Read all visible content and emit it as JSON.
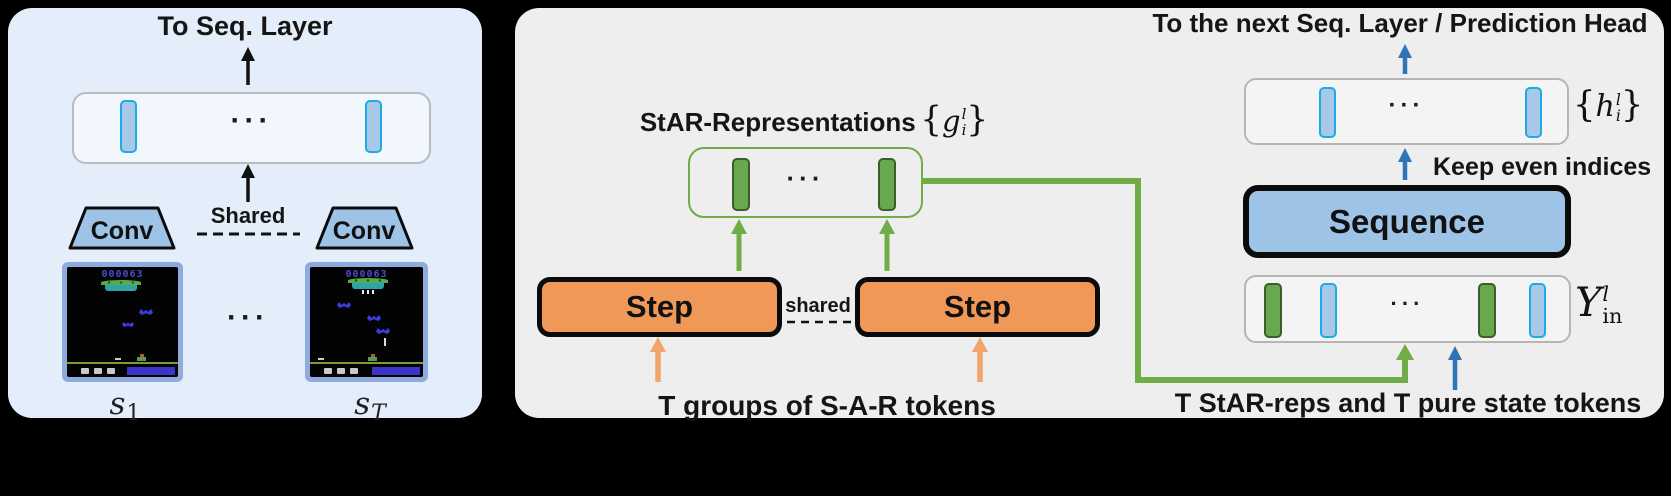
{
  "glyphs": {
    "ellipsis": "···"
  },
  "left_panel": {
    "title": "To Seq. Layer",
    "conv_label": "Conv",
    "shared_label": "Shared",
    "screen_score": "000063",
    "state_first": {
      "base": "s",
      "sub": "1"
    },
    "state_last": {
      "base": "s",
      "sub": "T"
    }
  },
  "right_panel": {
    "star_label": "StAR-Representations",
    "g_math": {
      "open": "{",
      "var": "g",
      "sup": "l",
      "sub": "i",
      "close": "}"
    },
    "step_label": "Step",
    "shared_label": "shared",
    "sar_label": "T groups of S-A-R tokens",
    "top_label": "To the next Seq. Layer / Prediction Head",
    "h_math": {
      "open": "{",
      "var": "h",
      "sup": "l",
      "sub": "i",
      "close": "}"
    },
    "keep_label": "Keep even indices",
    "sequence_label": "Sequence",
    "y_math": {
      "var": "Y",
      "sup": "l",
      "sub": "in"
    },
    "bottom_label": "T StAR-reps and T pure state tokens"
  },
  "colors": {
    "canvas_bg": "#000000",
    "left_panel_bg": "#e4eefa",
    "right_panel_bg": "#eeeeee",
    "box_blue": "#9dc3e6",
    "token_blue_fill": "#a8c8e8",
    "token_blue_border": "#1cabe3",
    "token_green_fill": "#6aa84f",
    "token_green_border": "#3a5e28",
    "green_accent": "#70ad47",
    "orange_fill": "#ef9857",
    "orange_arrow": "#f2a46b",
    "blue_arrow": "#2e74b6",
    "atari_frame_border": "#8faadc",
    "atari_score_color": "#4b4bd6"
  }
}
